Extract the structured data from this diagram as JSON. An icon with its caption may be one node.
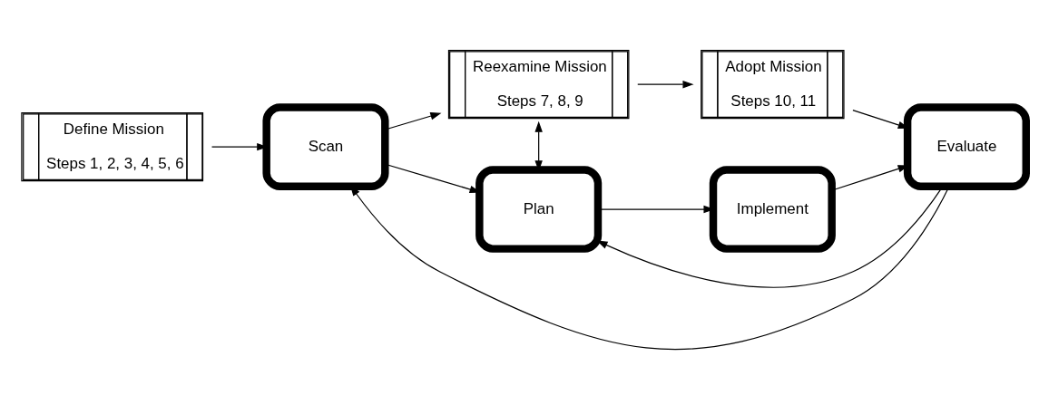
{
  "diagram": {
    "nodes": [
      {
        "text": [
          "Define Mission",
          "Steps 1, 2, 3, 4, 5, 6"
        ]
      },
      {
        "text": [
          "Scan"
        ]
      },
      {
        "text": [
          "Reexamine Mission",
          "Steps 7, 8, 9"
        ]
      },
      {
        "text": [
          "Adopt Mission",
          "Steps 10, 11"
        ]
      },
      {
        "text": [
          "Plan"
        ]
      },
      {
        "text": [
          "Implement"
        ]
      },
      {
        "text": [
          "Evaluate"
        ]
      }
    ],
    "edges": [
      {
        "from": 0,
        "to": 1,
        "arrow": "to"
      },
      {
        "from": 1,
        "to": 2,
        "arrow": "to"
      },
      {
        "from": 1,
        "to": 4,
        "arrow": "to"
      },
      {
        "from": 2,
        "to": 4,
        "arrow": "both"
      },
      {
        "from": 2,
        "to": 3,
        "arrow": "to"
      },
      {
        "from": 3,
        "to": 6,
        "arrow": "to"
      },
      {
        "from": 4,
        "to": 5,
        "arrow": "to"
      },
      {
        "from": 5,
        "to": 6,
        "arrow": "to"
      },
      {
        "from": 6,
        "to": 1,
        "arrow": "to"
      },
      {
        "from": 6,
        "to": 4,
        "arrow": "to"
      }
    ]
  }
}
